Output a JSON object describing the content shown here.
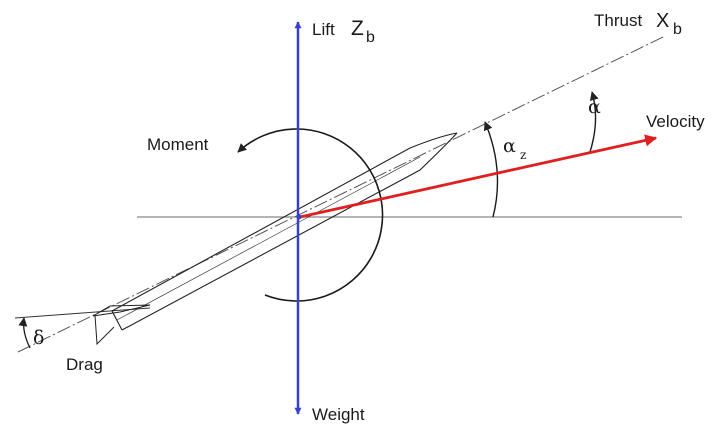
{
  "labels": {
    "lift": "Lift",
    "lift_axis": "Z",
    "lift_axis_sub": "b",
    "thrust": "Thrust",
    "thrust_axis": "X",
    "thrust_axis_sub": "b",
    "velocity": "Velocity",
    "moment": "Moment",
    "drag": "Drag",
    "weight": "Weight",
    "alpha": "α",
    "alpha_z": "α",
    "alpha_z_sub": "z",
    "delta": "δ"
  },
  "colors": {
    "lift_weight_axis": "#3a3fc8",
    "velocity_vector": "#e02020",
    "lines": "#222222",
    "horizon": "#888888"
  }
}
